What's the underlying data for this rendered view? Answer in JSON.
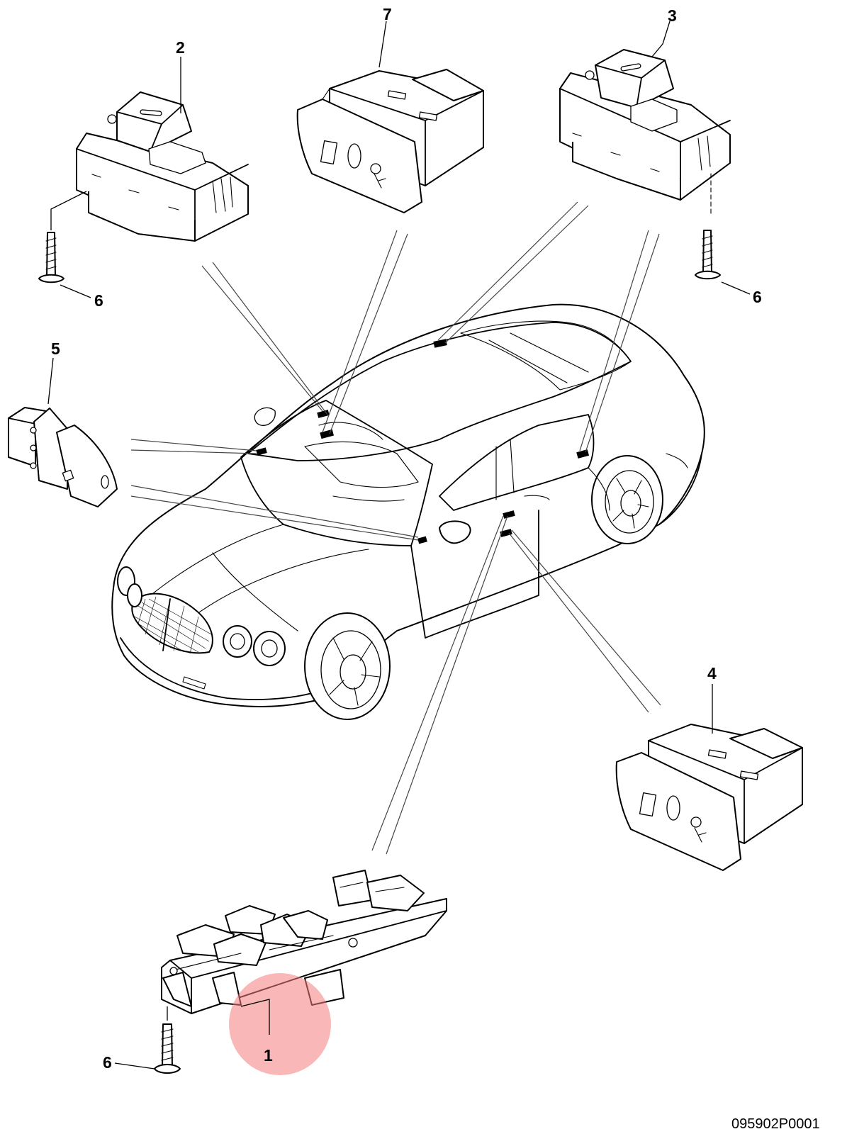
{
  "diagram": {
    "reference_code": "095902P0001",
    "callouts": [
      {
        "id": "callout-1",
        "label": "1"
      },
      {
        "id": "callout-2",
        "label": "2"
      },
      {
        "id": "callout-3",
        "label": "3"
      },
      {
        "id": "callout-4",
        "label": "4"
      },
      {
        "id": "callout-5",
        "label": "5"
      },
      {
        "id": "callout-6a",
        "label": "6"
      },
      {
        "id": "callout-6b",
        "label": "6"
      },
      {
        "id": "callout-6c",
        "label": "6"
      },
      {
        "id": "callout-7",
        "label": "7"
      }
    ],
    "highlight": {
      "target": "1",
      "color": "#f47b7b"
    }
  }
}
